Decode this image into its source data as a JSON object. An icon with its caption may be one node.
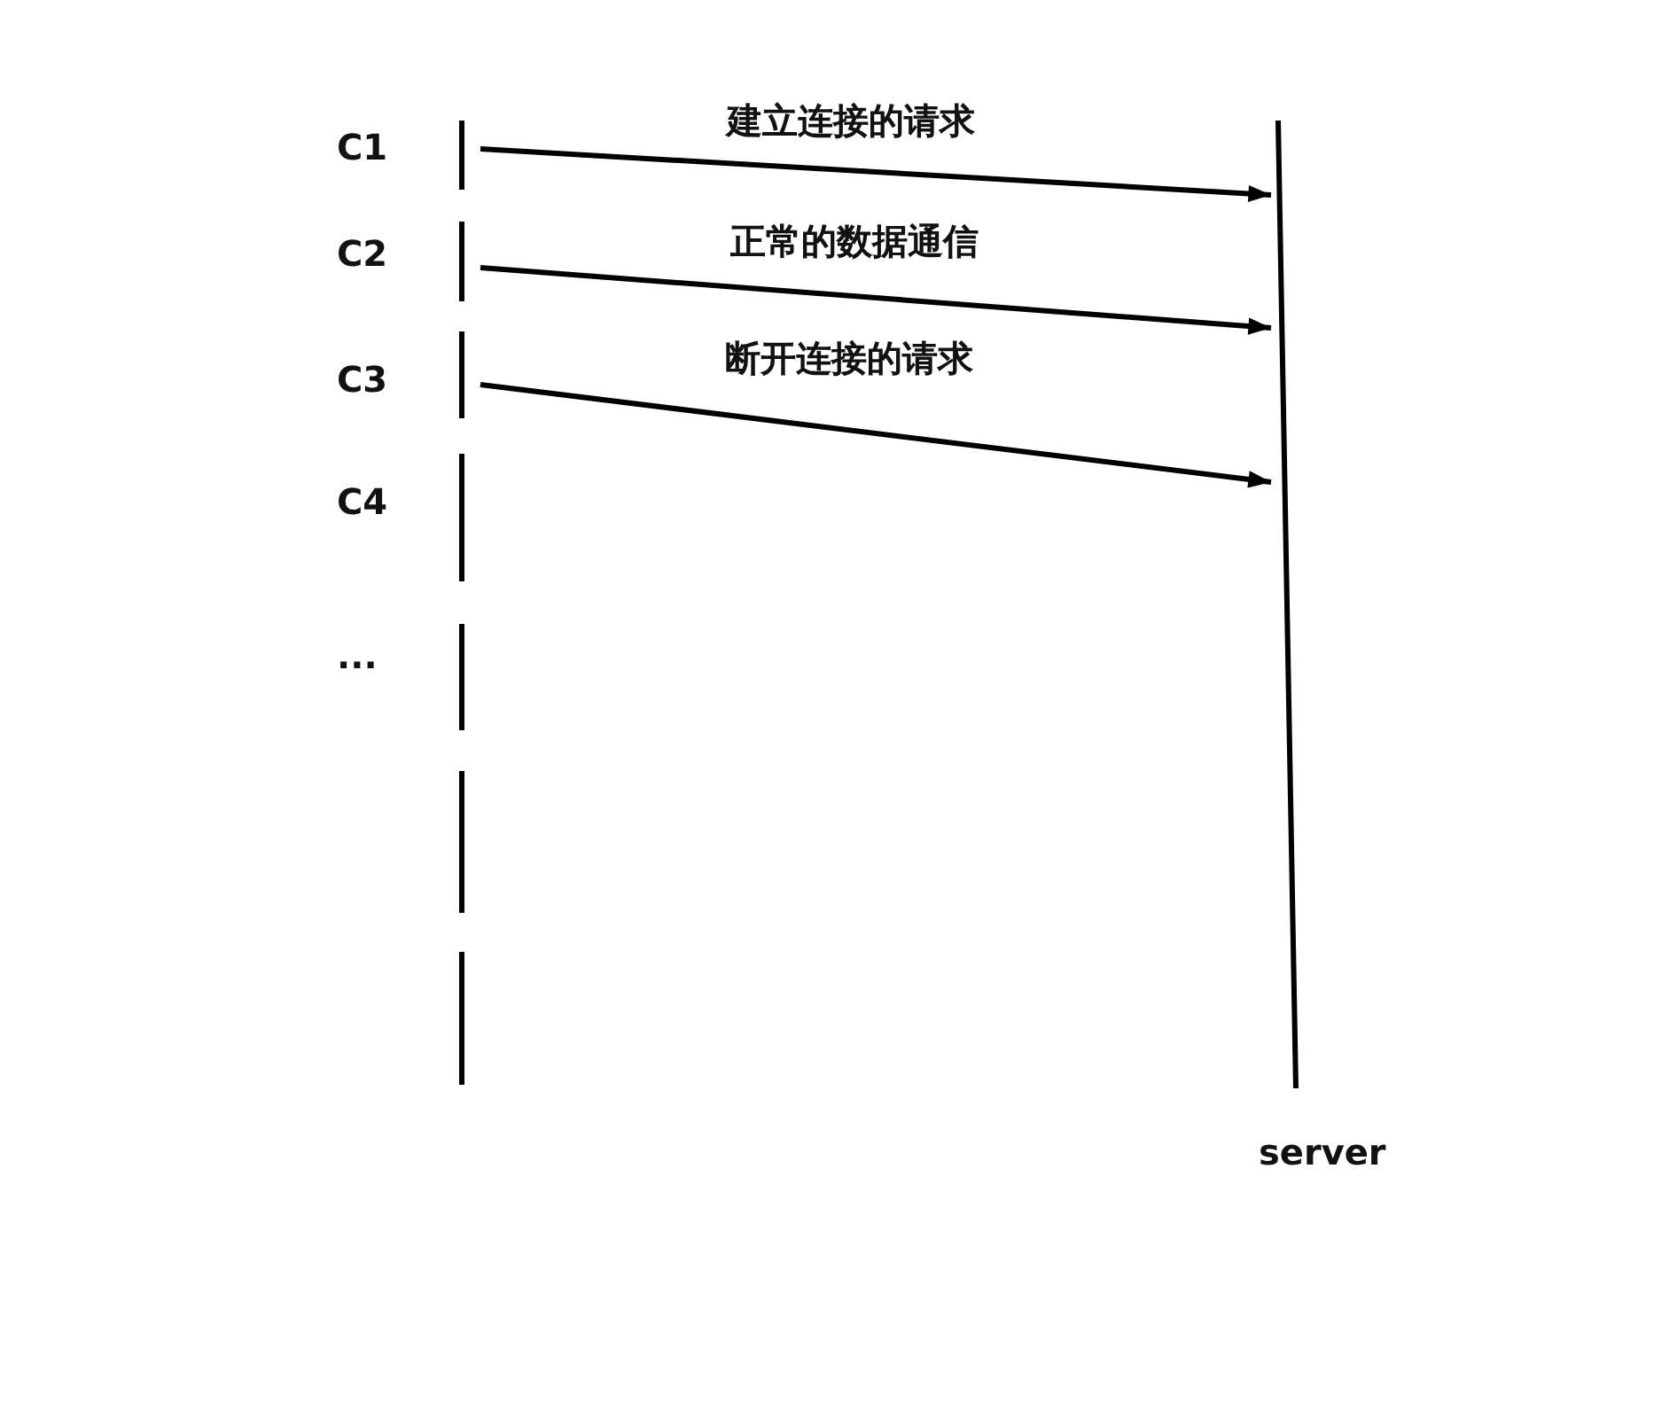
{
  "diagram": {
    "nodes": [
      {
        "text": [],
        "shape": "bar",
        "beside": [
          "C1"
        ]
      },
      {
        "text": [],
        "shape": "bar",
        "beside": [
          "C2"
        ]
      },
      {
        "text": [],
        "shape": "bar",
        "beside": [
          "C3"
        ]
      },
      {
        "text": [],
        "shape": "bar",
        "beside": [
          "C4"
        ]
      },
      {
        "text": [],
        "shape": "bar",
        "beside": [
          "..."
        ]
      },
      {
        "text": [],
        "shape": "bar"
      },
      {
        "text": [],
        "shape": "bar"
      },
      {
        "text": [],
        "shape": "bar",
        "beside": [
          "server"
        ]
      }
    ],
    "edges": [
      {
        "from": 0,
        "to": 7,
        "arrow": "to",
        "label": "建立连接的请求"
      },
      {
        "from": 1,
        "to": 7,
        "arrow": "to",
        "label": "正常的数据通信"
      },
      {
        "from": 2,
        "to": 7,
        "arrow": "to",
        "label": "断开连接的请求"
      }
    ]
  }
}
